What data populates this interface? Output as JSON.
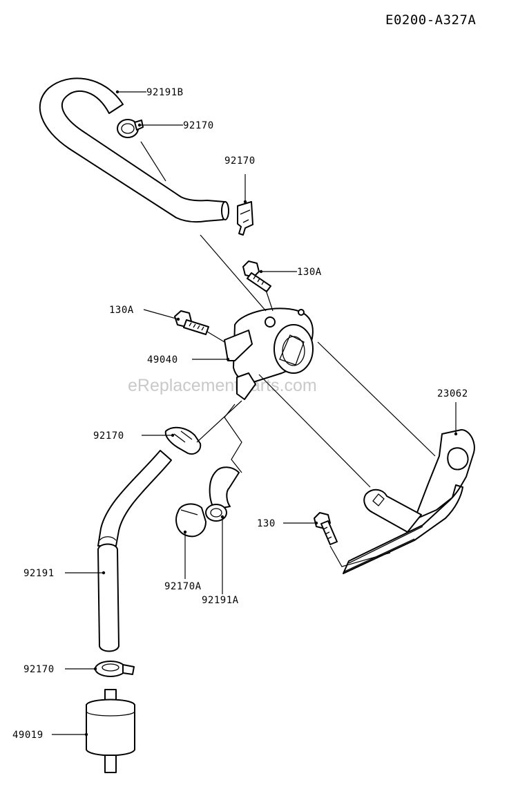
{
  "diagram_code": "E0200-A327A",
  "watermark": "eReplacementParts.com",
  "callouts": [
    {
      "id": "c-92191b",
      "label": "92191B"
    },
    {
      "id": "c-92170-a",
      "label": "92170"
    },
    {
      "id": "c-92170-b",
      "label": "92170"
    },
    {
      "id": "c-130a-a",
      "label": "130A"
    },
    {
      "id": "c-130a-b",
      "label": "130A"
    },
    {
      "id": "c-49040",
      "label": "49040"
    },
    {
      "id": "c-23062",
      "label": "23062"
    },
    {
      "id": "c-92170-c",
      "label": "92170"
    },
    {
      "id": "c-130",
      "label": "130"
    },
    {
      "id": "c-92191a",
      "label": "92191A"
    },
    {
      "id": "c-92191",
      "label": "92191"
    },
    {
      "id": "c-92170a",
      "label": "92170A"
    },
    {
      "id": "c-92170-d",
      "label": "92170"
    },
    {
      "id": "c-49019",
      "label": "49019"
    }
  ]
}
